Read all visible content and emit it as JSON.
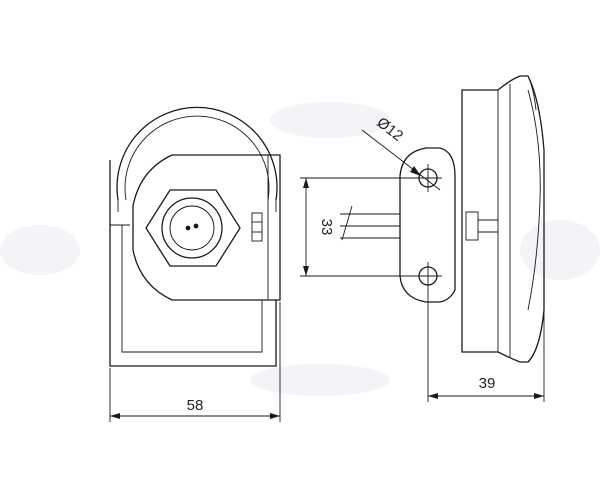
{
  "figure": {
    "dimensions": {
      "width_front": "58",
      "mount_height": "33",
      "hole_diameter": "Ø12",
      "depth_side": "39"
    }
  }
}
